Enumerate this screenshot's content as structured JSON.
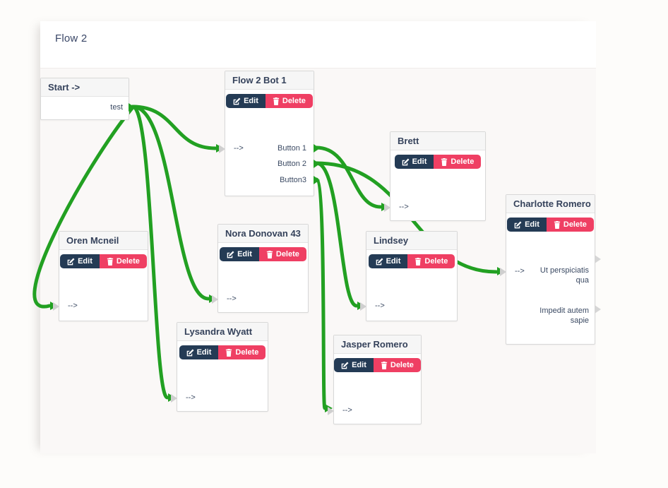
{
  "header": {
    "title": "Flow 2"
  },
  "actions": {
    "edit": "Edit",
    "delete": "Delete"
  },
  "nodes": {
    "start": {
      "title": "Start ->",
      "output_row": "test"
    },
    "bot": {
      "title": "Flow 2 Bot 1",
      "input": "-->",
      "outputs": [
        "Button 1",
        "Button 2",
        "Button3"
      ]
    },
    "brett": {
      "title": "Brett",
      "input": "-->"
    },
    "charlotte": {
      "title": "Charlotte Romero",
      "input": "-->",
      "outputs": [
        "Ut perspiciatis qua",
        "Impedit autem sapie"
      ]
    },
    "oren": {
      "title": "Oren Mcneil",
      "input": "-->"
    },
    "nora": {
      "title": "Nora Donovan 43",
      "input": "-->"
    },
    "lindsey": {
      "title": "Lindsey",
      "input": "-->"
    },
    "lysandra": {
      "title": "Lysandra Wyatt",
      "input": "-->"
    },
    "jasper": {
      "title": "Jasper Romero",
      "input": "-->"
    }
  },
  "connections": [
    {
      "from": "start.test",
      "to": "bot.input"
    },
    {
      "from": "start.test",
      "to": "oren.input"
    },
    {
      "from": "start.test",
      "to": "nora.input"
    },
    {
      "from": "start.test",
      "to": "lysandra.input"
    },
    {
      "from": "bot.Button 1",
      "to": "brett.input"
    },
    {
      "from": "bot.Button 2",
      "to": "charlotte.input"
    },
    {
      "from": "bot.Button 2",
      "to": "lindsey.input"
    },
    {
      "from": "bot.Button3",
      "to": "jasper.input"
    }
  ],
  "colors": {
    "connection": "#22a022",
    "edit_button": "#243b55",
    "delete_button": "#ef3f63",
    "node_header_text": "#35425b"
  }
}
